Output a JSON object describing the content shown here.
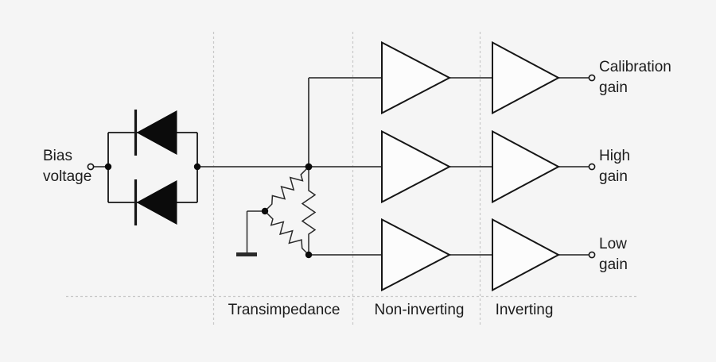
{
  "bias": {
    "line1": "Bias",
    "line2": "voltage"
  },
  "outputs": [
    {
      "line1": "Calibration",
      "line2": "gain"
    },
    {
      "line1": "High",
      "line2": "gain"
    },
    {
      "line1": "Low",
      "line2": "gain"
    }
  ],
  "sections": [
    {
      "label": "Transimpedance"
    },
    {
      "label": "Non-inverting"
    },
    {
      "label": "Inverting"
    }
  ],
  "colors": {
    "background": "#f5f5f5",
    "component_line": "#161616",
    "wire_line": "#3d3d3d",
    "divider_dashed": "#c8c8c8",
    "amplifier_fill": "#fcfcfc",
    "text": "#1c1c1c"
  }
}
